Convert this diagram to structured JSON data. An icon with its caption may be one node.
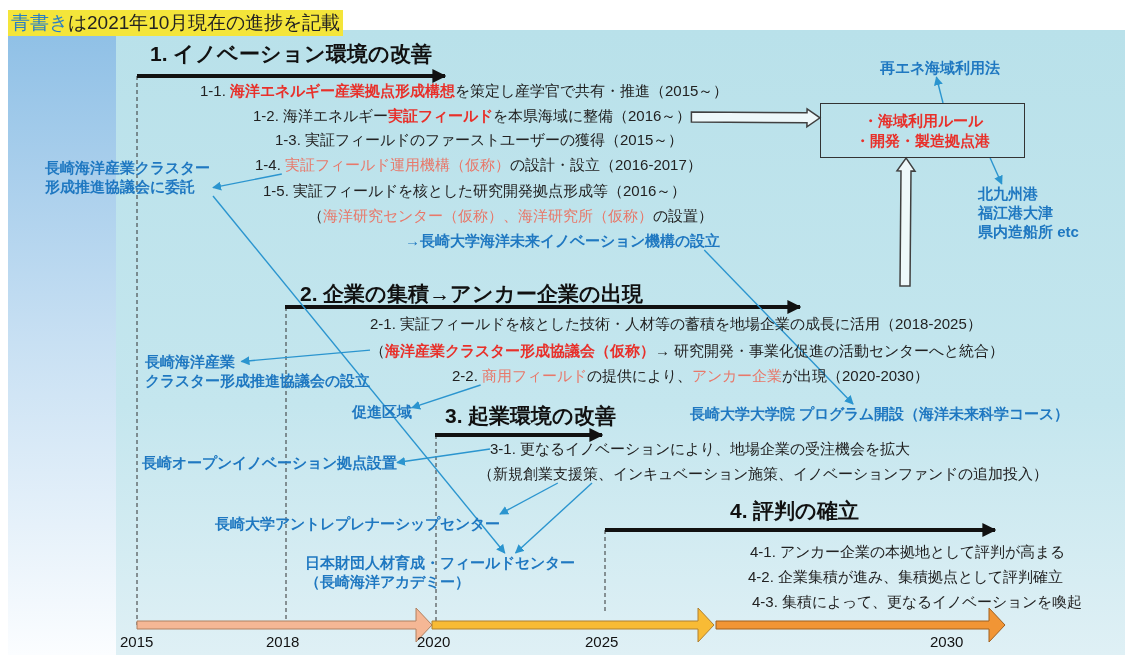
{
  "diagram": {
    "nodes": [
      {
        "text": [
          "1-2. 海洋エネルギー**実証フィールド**を本県海域に整備（2016～）"
        ]
      },
      {
        "text": [
          "・海域利用ルール",
          "・開発・製造拠点港"
        ]
      },
      {
        "text": [
          "再エネ海域利用法"
        ]
      },
      {
        "text": [
          "北九州港福江港大津県内造船所 etc"
        ]
      },
      {
        "text": [
          "1-4. **実証フィールド運用機構（仮称）**の設計・設立（2016-2017）"
        ]
      },
      {
        "text": [
          "長崎海洋産業クラスター形成推進協議会に委託"
        ]
      },
      {
        "text": [
          "→長崎大学海洋未来イノベーション機構の設立"
        ]
      },
      {
        "text": [
          "（**海洋産業クラスター形成協議会（仮称）**→ 研究開発・事業化促進の活動センターへと統合）"
        ]
      },
      {
        "text": [
          "長崎海洋産業クラスター形成推進協議会の設立"
        ]
      },
      {
        "text": [
          "2-2. **商用フィールド**の提供により、**アンカー企業**が出現（2020-2030）"
        ]
      },
      {
        "text": [
          "促進区域"
        ]
      },
      {
        "text": [
          "長崎大学大学院 プログラム開設（海洋未来科学コース）"
        ]
      },
      {
        "text": [
          "3-1. 更なるイノベーションにより、地場企業の受注機会を拡大"
        ]
      },
      {
        "text": [
          "長崎オープンイノベーション拠点設置"
        ]
      },
      {
        "text": [
          "（新規創業支援策、インキュベーション施策、イノベーションファンドの追加投入）"
        ]
      },
      {
        "text": [
          "長崎大学アントレプレナーシップセンター"
        ]
      },
      {
        "text": [
          "日本財団人材育成・フィールドセンター",
          "（長崎海洋アカデミー）"
        ]
      }
    ],
    "edges": [
      {
        "from": 0,
        "to": 1,
        "arrow": "to",
        "style": "thick",
        "color": "#404040"
      },
      {
        "from": null,
        "to": 1,
        "arrow": "to",
        "style": "thick",
        "color": "#404040"
      },
      {
        "from": 1,
        "to": 2,
        "arrow": "to"
      },
      {
        "from": 1,
        "to": 3,
        "arrow": "to"
      },
      {
        "from": 4,
        "to": 5,
        "arrow": "to"
      },
      {
        "from": 5,
        "to": 16,
        "arrow": "to"
      },
      {
        "from": 6,
        "to": 11,
        "arrow": "to"
      },
      {
        "from": 7,
        "to": 8,
        "arrow": "to"
      },
      {
        "from": 9,
        "to": 10,
        "arrow": "to"
      },
      {
        "from": 12,
        "to": 13,
        "arrow": "to"
      },
      {
        "from": 14,
        "to": 15,
        "arrow": "to"
      },
      {
        "from": 14,
        "to": 16,
        "arrow": "to"
      }
    ],
    "labels": [
      "**青書き**は2021年10月現在の進捗を記載",
      "1. イノベーション環境の改善",
      "1-1. **海洋エネルギー産業拠点形成構想**を策定し産学官で共有・推進（2015～）",
      "1-3. 実証フィールドのファーストユーザーの獲得（2015～）",
      "1-5. 実証フィールドを核とした研究開発拠点形成等（2016～）",
      "（**海洋研究センター（仮称）、海洋研究所（仮称）**の設置）",
      "2. 企業の集積→アンカー企業の出現",
      "2-1. 実証フィールドを核とした技術・人材等の蓄積を地場企業の成長に活用（2018-2025）",
      "3. 起業環境の改善",
      "4. 評判の確立",
      "4-1. アンカー企業の本拠地として評判が高まる",
      "4-2. 企業集積が進み、集積拠点として評判確立",
      "4-3. 集積によって、更なるイノベーションを喚起",
      "2015",
      "2018",
      "2020",
      "2025",
      "2030"
    ]
  }
}
